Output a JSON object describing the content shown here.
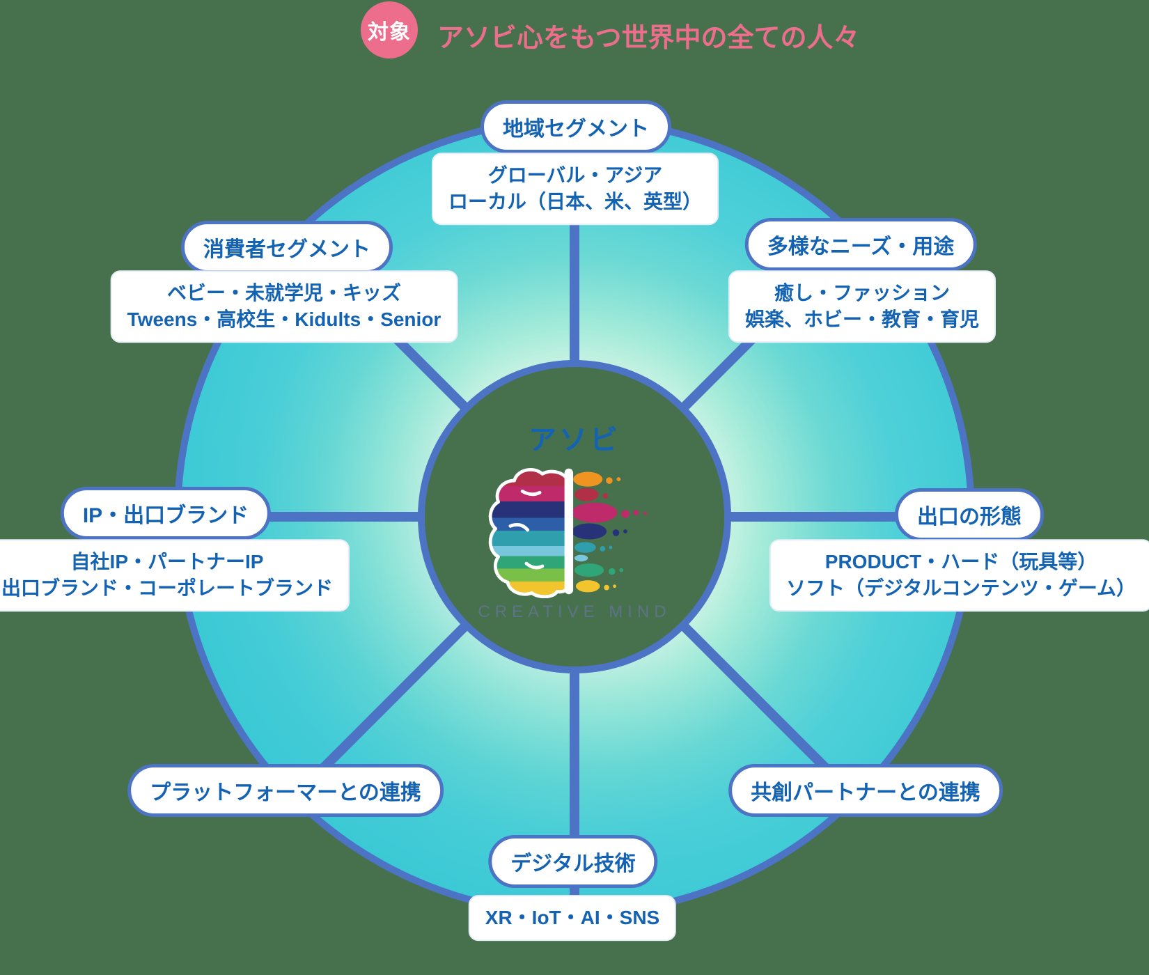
{
  "header": {
    "badge_label": "対象",
    "title": "アソビ心をもつ世界中の全ての人々"
  },
  "center": {
    "title": "アソビ",
    "subtitle": "CREATIVE MIND",
    "logo_icon": "colorful-brain-logo"
  },
  "segments": [
    {
      "id": "region",
      "position": "top",
      "label": "地域セグメント",
      "detail_lines": [
        "グローバル・アジア",
        "ローカル（日本、米、英型）"
      ]
    },
    {
      "id": "needs",
      "position": "top-right",
      "label": "多様なニーズ・用途",
      "detail_lines": [
        "癒し・ファッション",
        "娯楽、ホビー・教育・育児"
      ]
    },
    {
      "id": "exit-form",
      "position": "right",
      "label": "出口の形態",
      "detail_lines": [
        "PRODUCT・ハード（玩具等）",
        "ソフト（デジタルコンテンツ・ゲーム）"
      ]
    },
    {
      "id": "cocreation",
      "position": "bottom-right",
      "label": "共創パートナーとの連携",
      "detail_lines": []
    },
    {
      "id": "digital",
      "position": "bottom",
      "label": "デジタル技術",
      "detail_lines": [
        "XR・IoT・AI・SNS"
      ]
    },
    {
      "id": "platformer",
      "position": "bottom-left",
      "label": "プラットフォーマーとの連携",
      "detail_lines": []
    },
    {
      "id": "ip-brand",
      "position": "left",
      "label": "IP・出口ブランド",
      "detail_lines": [
        "自社IP・パートナーIP",
        "出口ブランド・コーポレートブランド"
      ]
    },
    {
      "id": "consumer",
      "position": "top-left",
      "label": "消費者セグメント",
      "detail_lines": [
        "ベビー・未就学児・キッズ",
        "Tweens・高校生・Kidults・Senior"
      ]
    }
  ],
  "colors": {
    "background_green": "#47714d",
    "wheel_border_blue": "#4d73c4",
    "text_blue": "#1463b2",
    "ring_turquoise": "#42ccd6",
    "ring_mint": "#d9f6e8",
    "accent_pink": "#ed6d8c",
    "subtitle_slate": "#5e7387"
  }
}
